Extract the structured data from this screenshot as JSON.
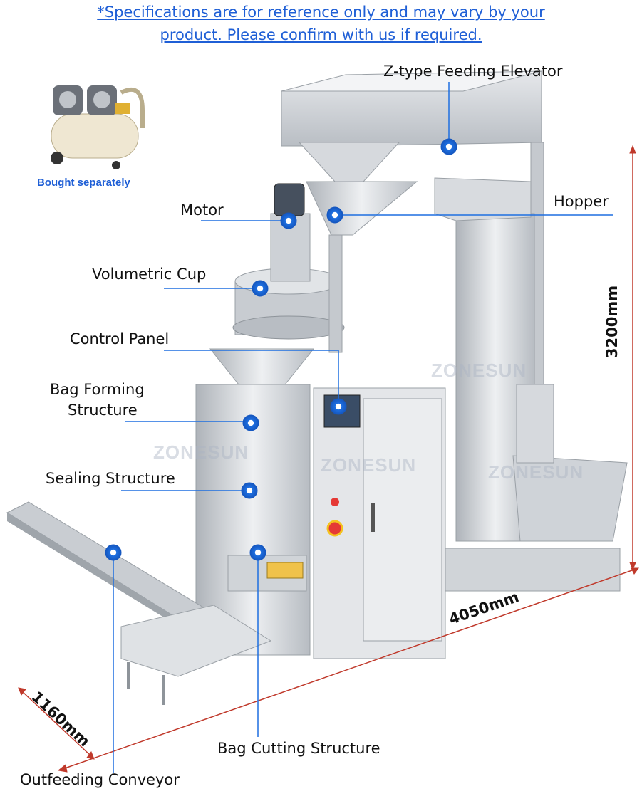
{
  "notice": {
    "line1": "*Specifications are for reference only and may vary by your",
    "line2": "product. Please confirm with us if required."
  },
  "compressor": {
    "caption": "Bought separately"
  },
  "watermark": "ZONESUN",
  "labels": {
    "elevator": "Z-type Feeding Elevator",
    "motor": "Motor",
    "hopper": "Hopper",
    "volumetric_cup": "Volumetric Cup",
    "control_panel": "Control Panel",
    "bag_forming_1": "Bag Forming",
    "bag_forming_2": "Structure",
    "sealing": "Sealing Structure",
    "bag_cutting": "Bag Cutting Structure",
    "conveyor": "Outfeeding Conveyor"
  },
  "dimensions": {
    "height": "3200mm",
    "length": "4050mm",
    "width": "1160mm"
  },
  "colors": {
    "accent": "#1f5fd6",
    "marker": "#1e6fe0",
    "steel": "#c9cdd2"
  }
}
